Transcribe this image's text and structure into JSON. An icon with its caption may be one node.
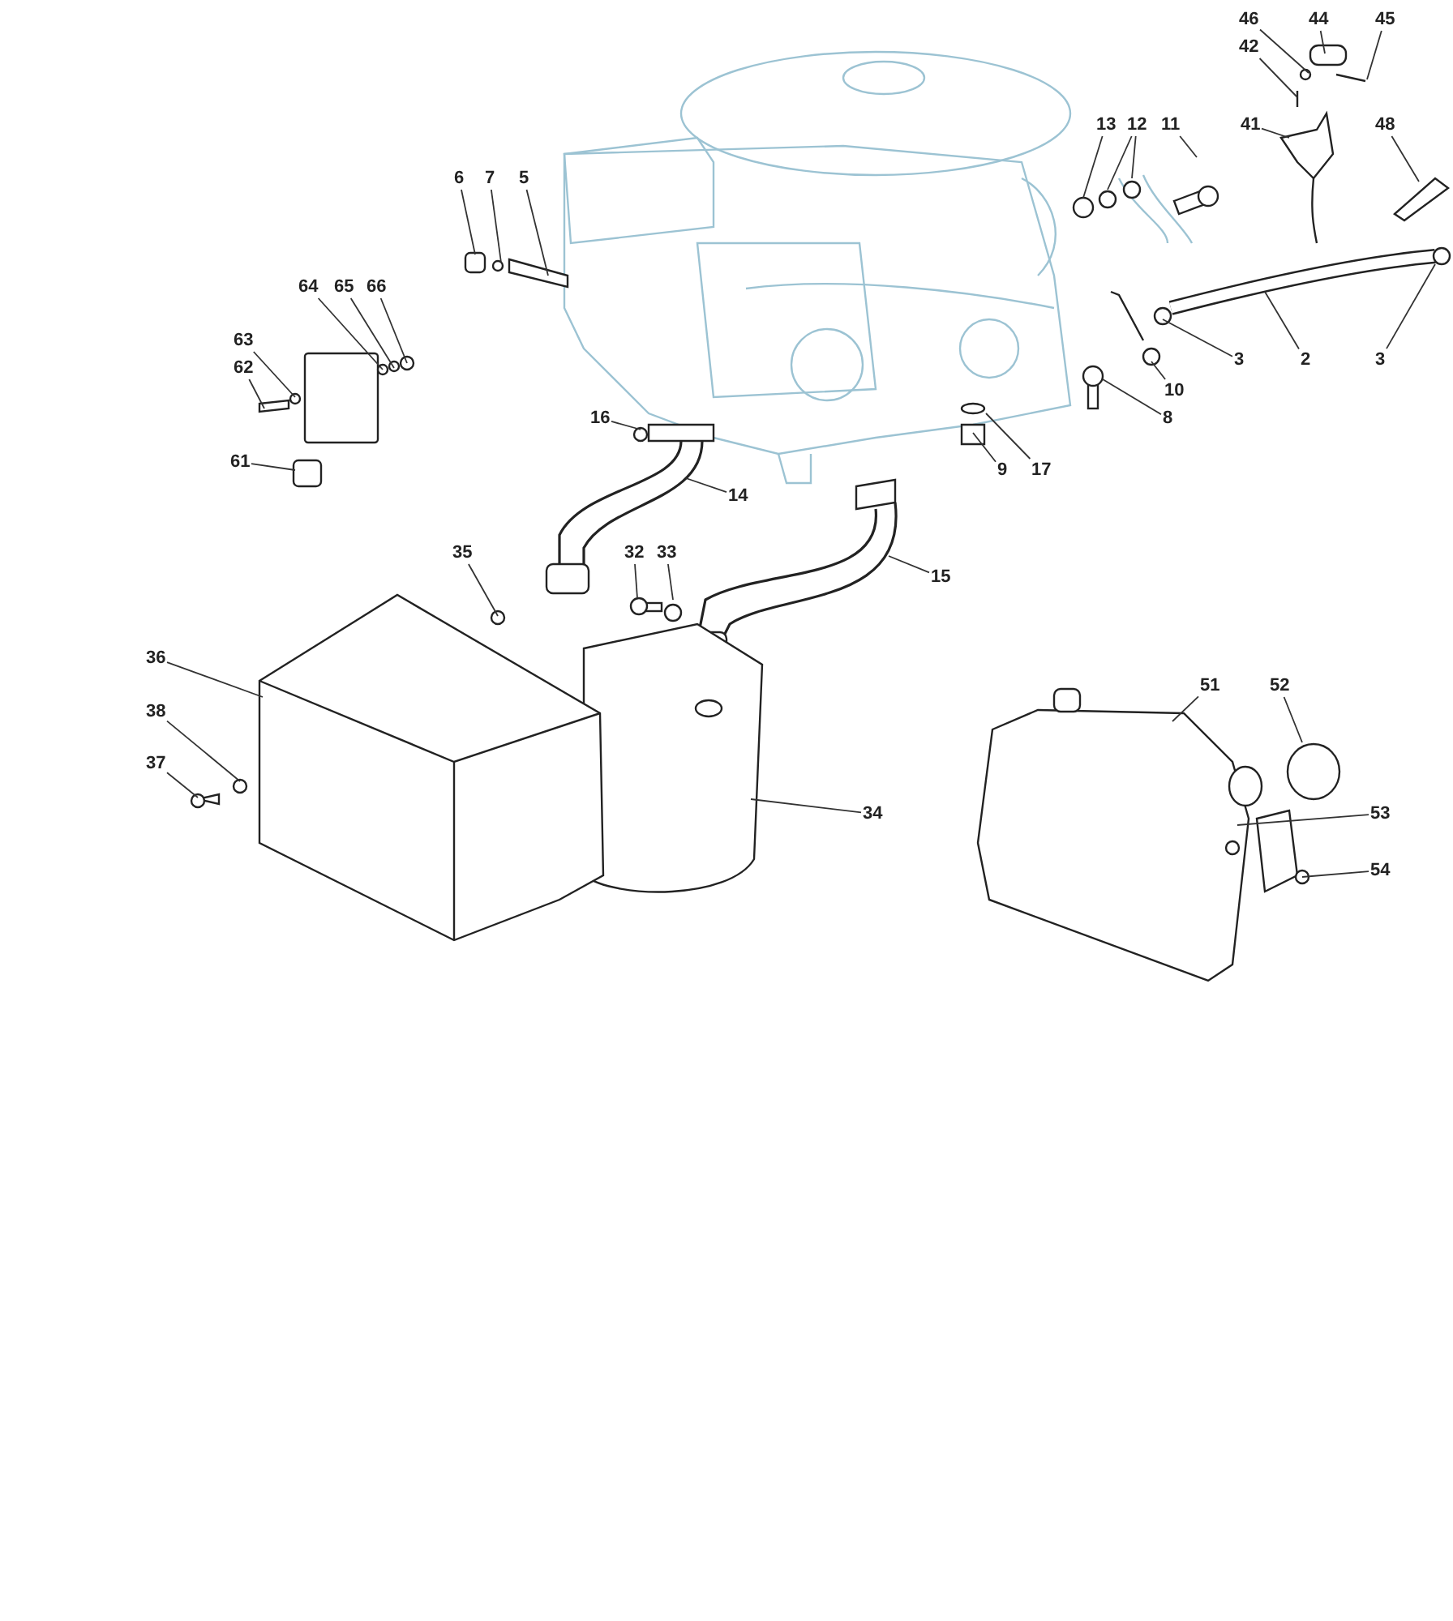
{
  "diagram": {
    "nodes": [
      {
        "text": [
          "46"
        ]
      },
      {
        "text": [
          "44"
        ]
      },
      {
        "text": [
          "45"
        ]
      },
      {
        "text": [
          "42"
        ]
      },
      {
        "text": [
          "41"
        ]
      },
      {
        "text": [
          "48"
        ]
      },
      {
        "text": [
          "13"
        ]
      },
      {
        "text": [
          "12"
        ]
      },
      {
        "text": [
          "11"
        ]
      },
      {
        "text": [
          "6"
        ]
      },
      {
        "text": [
          "7"
        ]
      },
      {
        "text": [
          "5"
        ]
      },
      {
        "text": [
          "64"
        ]
      },
      {
        "text": [
          "65"
        ]
      },
      {
        "text": [
          "66"
        ]
      },
      {
        "text": [
          "63"
        ]
      },
      {
        "text": [
          "62"
        ]
      },
      {
        "text": [
          "3"
        ]
      },
      {
        "text": [
          "2"
        ]
      },
      {
        "text": [
          "3"
        ]
      },
      {
        "text": [
          "10"
        ]
      },
      {
        "text": [
          "8"
        ]
      },
      {
        "text": [
          "16"
        ]
      },
      {
        "text": [
          "61"
        ]
      },
      {
        "text": [
          "9"
        ]
      },
      {
        "text": [
          "17"
        ]
      },
      {
        "text": [
          "14"
        ]
      },
      {
        "text": [
          "35"
        ]
      },
      {
        "text": [
          "32"
        ]
      },
      {
        "text": [
          "33"
        ]
      },
      {
        "text": [
          "15"
        ]
      },
      {
        "text": [
          "36"
        ]
      },
      {
        "text": [
          "51"
        ]
      },
      {
        "text": [
          "52"
        ]
      },
      {
        "text": [
          "38"
        ]
      },
      {
        "text": [
          "37"
        ]
      },
      {
        "text": [
          "34"
        ]
      },
      {
        "text": [
          "53"
        ]
      },
      {
        "text": [
          "54"
        ]
      }
    ],
    "edges": [
      {
        "from": 0,
        "to": null,
        "arrow": "none"
      },
      {
        "from": 1,
        "to": null,
        "arrow": "none"
      },
      {
        "from": 2,
        "to": null,
        "arrow": "none"
      },
      {
        "from": 3,
        "to": null,
        "arrow": "none"
      },
      {
        "from": 4,
        "to": null,
        "arrow": "none"
      },
      {
        "from": 5,
        "to": null,
        "arrow": "none"
      },
      {
        "from": 6,
        "to": null,
        "arrow": "none"
      },
      {
        "from": 7,
        "to": null,
        "arrow": "none"
      },
      {
        "from": 7,
        "to": null,
        "arrow": "none"
      },
      {
        "from": 8,
        "to": null,
        "arrow": "none"
      },
      {
        "from": 9,
        "to": null,
        "arrow": "none"
      },
      {
        "from": 10,
        "to": null,
        "arrow": "none"
      },
      {
        "from": 11,
        "to": null,
        "arrow": "none"
      },
      {
        "from": 12,
        "to": null,
        "arrow": "none"
      },
      {
        "from": 13,
        "to": null,
        "arrow": "none"
      },
      {
        "from": 14,
        "to": null,
        "arrow": "none"
      },
      {
        "from": 15,
        "to": null,
        "arrow": "none"
      },
      {
        "from": 16,
        "to": null,
        "arrow": "none"
      },
      {
        "from": 17,
        "to": null,
        "arrow": "none"
      },
      {
        "from": 18,
        "to": null,
        "arrow": "none"
      },
      {
        "from": 19,
        "to": null,
        "arrow": "none"
      },
      {
        "from": 20,
        "to": null,
        "arrow": "none"
      },
      {
        "from": 21,
        "to": null,
        "arrow": "none"
      },
      {
        "from": 22,
        "to": null,
        "arrow": "none"
      },
      {
        "from": 23,
        "to": null,
        "arrow": "none"
      },
      {
        "from": 24,
        "to": null,
        "arrow": "none"
      },
      {
        "from": 25,
        "to": null,
        "arrow": "none"
      },
      {
        "from": 26,
        "to": null,
        "arrow": "none"
      },
      {
        "from": 27,
        "to": null,
        "arrow": "none"
      },
      {
        "from": 28,
        "to": null,
        "arrow": "none"
      },
      {
        "from": 29,
        "to": null,
        "arrow": "none"
      },
      {
        "from": 30,
        "to": null,
        "arrow": "none"
      },
      {
        "from": 31,
        "to": null,
        "arrow": "none"
      },
      {
        "from": 32,
        "to": null,
        "arrow": "none"
      },
      {
        "from": 33,
        "to": null,
        "arrow": "none"
      },
      {
        "from": 34,
        "to": null,
        "arrow": "none"
      },
      {
        "from": 35,
        "to": null,
        "arrow": "none"
      },
      {
        "from": 36,
        "to": null,
        "arrow": "none"
      },
      {
        "from": 37,
        "to": null,
        "arrow": "none"
      },
      {
        "from": 38,
        "to": null,
        "arrow": "none"
      }
    ]
  }
}
